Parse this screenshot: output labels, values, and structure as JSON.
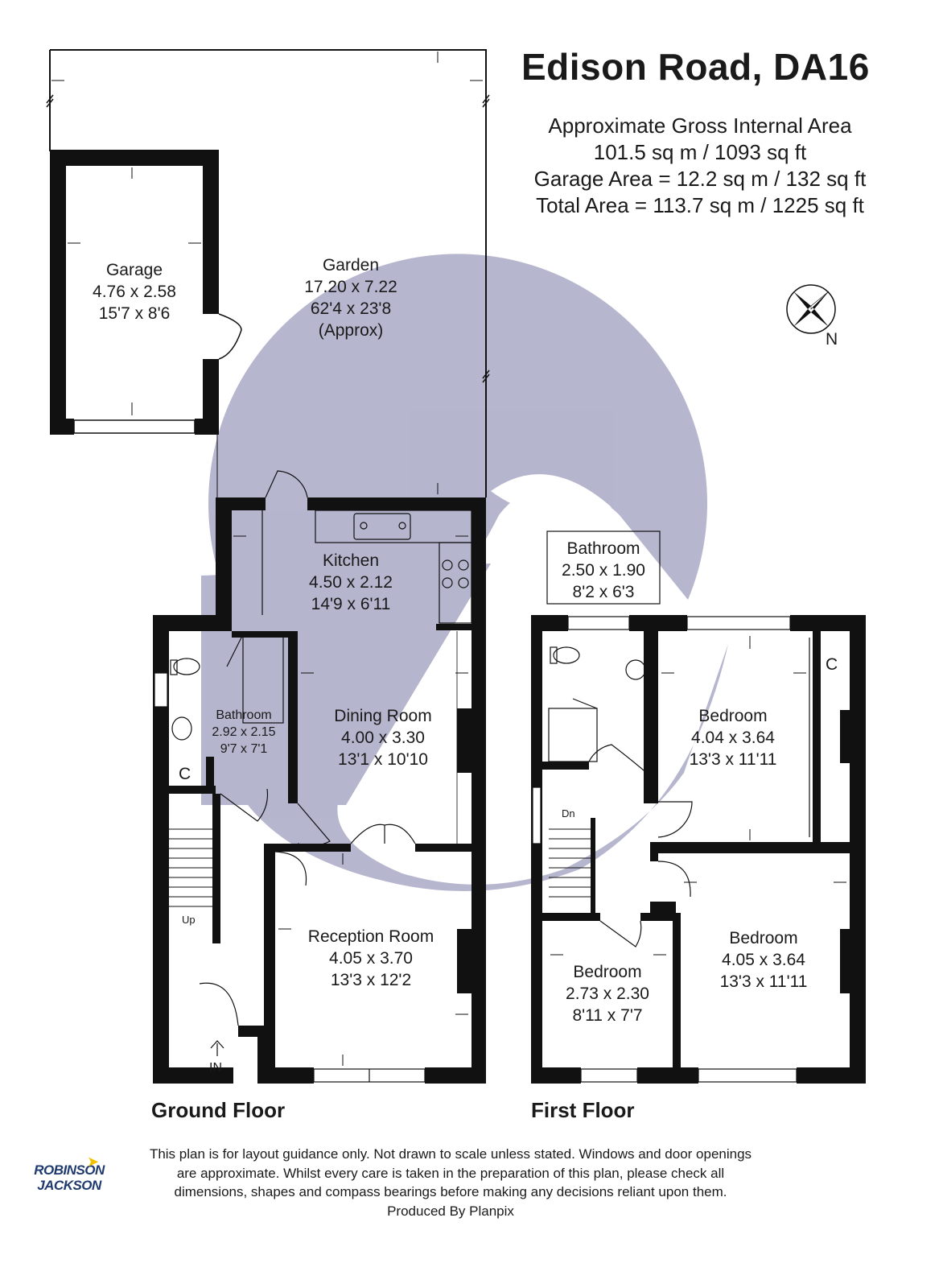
{
  "header": {
    "title": "Edison Road, DA16",
    "area_lines": [
      "Approximate Gross Internal Area",
      "101.5 sq m / 1093 sq ft",
      "Garage Area = 12.2 sq m / 132 sq ft",
      "Total Area = 113.7 sq m / 1225 sq ft"
    ]
  },
  "compass": {
    "label": "N"
  },
  "rooms": {
    "garage": {
      "name": "Garage",
      "metric": "4.76 x 2.58",
      "imperial": "15'7 x 8'6"
    },
    "garden": {
      "name": "Garden",
      "metric": "17.20 x 7.22",
      "imperial": "62'4 x 23'8",
      "note": "(Approx)"
    },
    "kitchen": {
      "name": "Kitchen",
      "metric": "4.50 x 2.12",
      "imperial": "14'9 x 6'11"
    },
    "dining": {
      "name": "Dining Room",
      "metric": "4.00 x 3.30",
      "imperial": "13'1 x 10'10"
    },
    "bath_ground": {
      "name": "Bathroom",
      "metric": "2.92 x 2.15",
      "imperial": "9'7 x 7'1"
    },
    "reception": {
      "name": "Reception Room",
      "metric": "4.05 x 3.70",
      "imperial": "13'3 x 12'2"
    },
    "bath_first": {
      "name": "Bathroom",
      "metric": "2.50 x 1.90",
      "imperial": "8'2 x 6'3"
    },
    "bed_1": {
      "name": "Bedroom",
      "metric": "4.04 x 3.64",
      "imperial": "13'3 x 11'11"
    },
    "bed_2": {
      "name": "Bedroom",
      "metric": "4.05 x 3.64",
      "imperial": "13'3 x 11'11"
    },
    "bed_3": {
      "name": "Bedroom",
      "metric": "2.73 x 2.30",
      "imperial": "8'11 x 7'7"
    }
  },
  "markers": {
    "cupboard_ground": "C",
    "cupboard_first": "C",
    "stairs_up": "Up",
    "stairs_down": "Dn",
    "entrance": "IN"
  },
  "floors": {
    "ground": "Ground Floor",
    "first": "First Floor"
  },
  "disclaimer": [
    "This plan is for layout guidance only. Not drawn to scale unless stated. Windows and door openings",
    "are approximate. Whilst every care is taken in the preparation of this plan, please check all",
    "dimensions, shapes and compass bearings before making any decisions reliant upon them.",
    "Produced By Planpix"
  ],
  "logo": {
    "line1": "ROBINSON",
    "line2": "JACKSON"
  },
  "colors": {
    "wall": "#111111",
    "watermark": "#a9aac6",
    "logo_blue": "#1f3a6e",
    "logo_yellow": "#f2c200"
  }
}
